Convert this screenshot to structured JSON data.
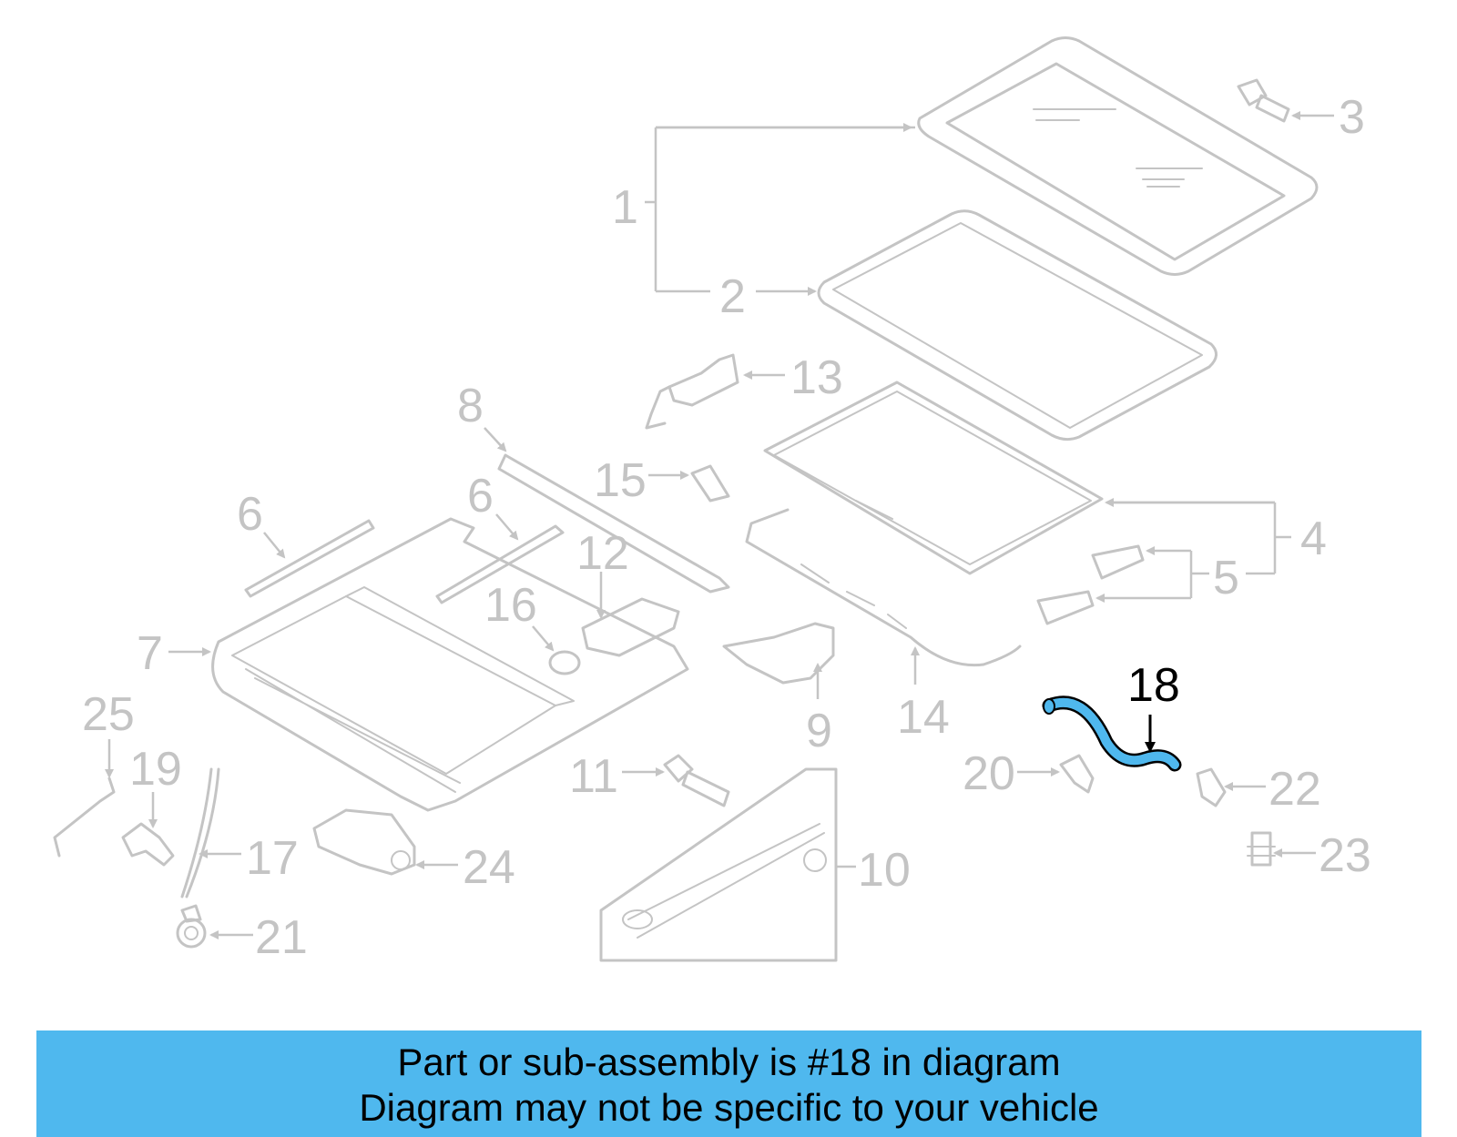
{
  "diagram": {
    "highlight_color": "#4fb8ee",
    "part_color": "#c4c4c4",
    "callouts": {
      "c1": "1",
      "c2": "2",
      "c3": "3",
      "c4": "4",
      "c5": "5",
      "c6a": "6",
      "c6b": "6",
      "c7": "7",
      "c8": "8",
      "c9": "9",
      "c10": "10",
      "c11": "11",
      "c12": "12",
      "c13": "13",
      "c14": "14",
      "c15": "15",
      "c16": "16",
      "c17": "17",
      "c18": "18",
      "c19": "19",
      "c20": "20",
      "c21": "21",
      "c22": "22",
      "c23": "23",
      "c24": "24",
      "c25": "25"
    }
  },
  "caption": {
    "line1": "Part or sub-assembly is #18 in diagram",
    "line2": "Diagram may not be specific to your vehicle",
    "background": "#4fb8ee"
  }
}
